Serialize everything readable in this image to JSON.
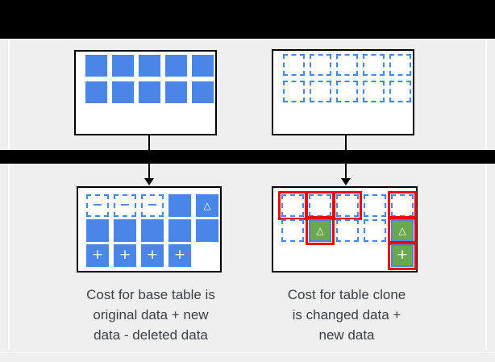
{
  "colors": {
    "blue": "#4a86e8",
    "green": "#6aa84f",
    "red": "#f20000",
    "background": "#efefef",
    "bar": "#000000",
    "text": "#3c4043"
  },
  "symbols": {
    "minus": "−",
    "plus": "+",
    "triangle": "△"
  },
  "grids": {
    "base_table_before": {
      "rows": [
        [
          "solid",
          "solid",
          "solid",
          "solid",
          "solid"
        ],
        [
          "solid",
          "solid",
          "solid",
          "solid",
          "solid"
        ]
      ]
    },
    "table_clone_before": {
      "rows": [
        [
          "dashed",
          "dashed",
          "dashed",
          "dashed",
          "dashed"
        ],
        [
          "dashed",
          "dashed",
          "dashed",
          "dashed",
          "dashed"
        ]
      ]
    },
    "base_table_after": {
      "rows": [
        [
          "dashed_minus",
          "dashed_minus",
          "dashed_minus",
          "solid",
          "solid_triangle"
        ],
        [
          "solid",
          "solid",
          "solid",
          "solid",
          "solid"
        ],
        [
          "solid_plus",
          "solid_plus",
          "solid_plus",
          "solid_plus",
          "empty"
        ]
      ]
    },
    "table_clone_after": {
      "rows": [
        [
          "dashed_red",
          "dashed_red",
          "dashed_red",
          "dashed",
          "dashed_red"
        ],
        [
          "dashed",
          "green_triangle_red",
          "dashed",
          "dashed",
          "green_triangle_red"
        ],
        [
          "empty",
          "empty",
          "empty",
          "empty",
          "green_plus_red"
        ]
      ]
    }
  },
  "captions": {
    "left": {
      "lines": [
        "Cost for base table is",
        "original data + new",
        "data - deleted data"
      ]
    },
    "right": {
      "lines": [
        "Cost for table clone",
        "is changed data +",
        "new data"
      ]
    }
  }
}
